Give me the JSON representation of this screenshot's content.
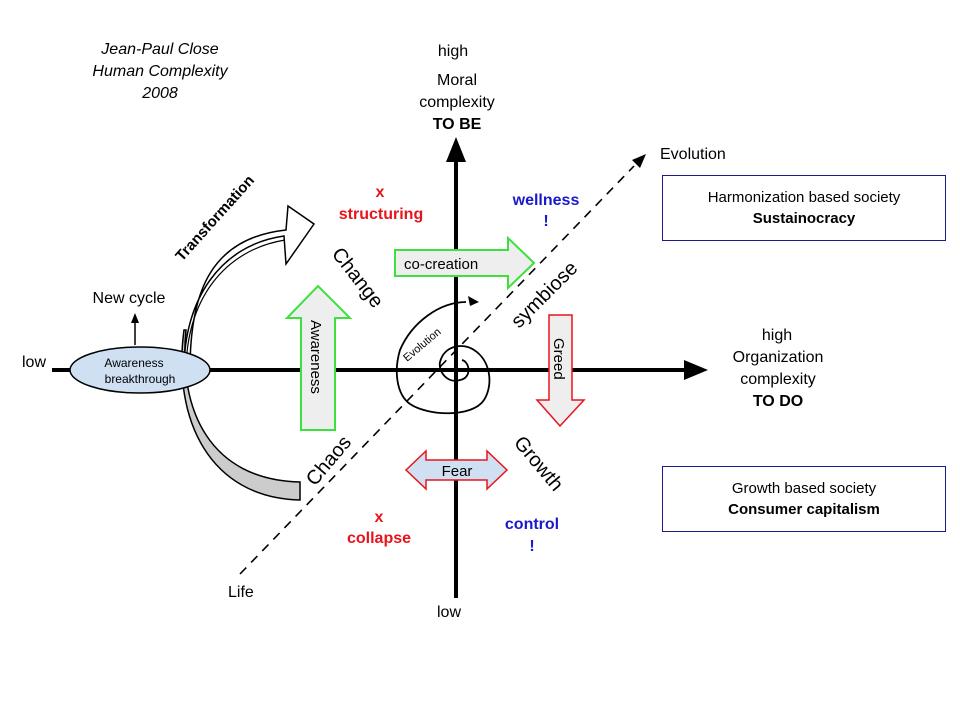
{
  "author": {
    "name": "Jean-Paul Close",
    "title": "Human Complexity",
    "year": "2008"
  },
  "vertical_axis": {
    "high_label": "high",
    "name_line1": "Moral",
    "name_line2": "complexity",
    "emphasis": "TO BE",
    "low_label": "low"
  },
  "horizontal_axis": {
    "low_label": "low",
    "high_label": "high",
    "name_line1": "Organization",
    "name_line2": "complexity",
    "emphasis": "TO DO"
  },
  "diagonal_axis": {
    "start_label": "Life",
    "end_label": "Evolution",
    "along_label": "symbiose"
  },
  "quadrants": {
    "top_left": {
      "mark": "x",
      "label": "structuring"
    },
    "top_right": {
      "mark": "!",
      "label": "wellness"
    },
    "bottom_left": {
      "mark": "x",
      "label": "collapse"
    },
    "bottom_right": {
      "mark": "!",
      "label": "control"
    }
  },
  "phases": {
    "change": "Change",
    "chaos": "Chaos",
    "growth": "Growth",
    "transformation": "Transformation",
    "new_cycle": "New cycle",
    "spiral": "Evolution"
  },
  "ellipse": {
    "line1": "Awareness",
    "line2": "breakthrough"
  },
  "arrows": {
    "awareness": "Awareness",
    "co_creation": "co-creation",
    "greed": "Greed",
    "fear": "Fear"
  },
  "boxes": {
    "top": {
      "line1": "Harmonization based society",
      "line2": "Sustainocracy"
    },
    "bottom": {
      "line1": "Growth based society",
      "line2": "Consumer capitalism"
    }
  },
  "colors": {
    "negative_red": "#e8141c",
    "positive_blue": "#1a1acc",
    "green_border": "#3ee03e",
    "red_border": "#e8141c",
    "box_border": "#1a1a8c",
    "ellipse_fill": "#cfe0f3",
    "fear_fill": "#cfe0f3",
    "arrow_fill": "#eeeeee",
    "chaos_fill": "#cccccc"
  }
}
